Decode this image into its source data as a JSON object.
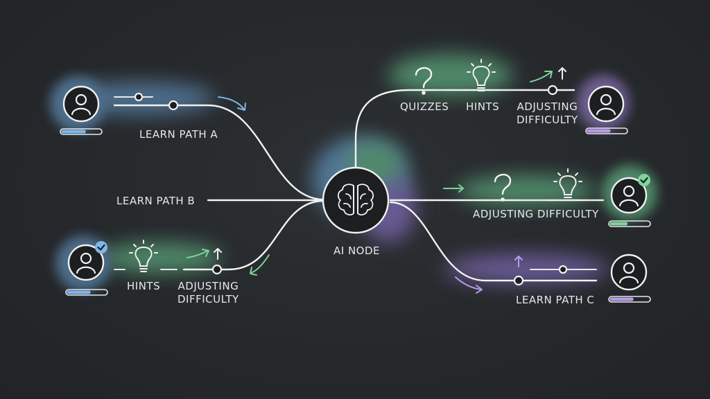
{
  "center": {
    "label": "AI NODE",
    "icon": "brain-icon"
  },
  "learners": [
    {
      "id": "learner-a",
      "progress": 0.62,
      "accent": "#7fb6e8",
      "verified": false
    },
    {
      "id": "learner-b",
      "progress": 0.6,
      "accent": "#7fb6e8",
      "verified": true
    },
    {
      "id": "learner-c1",
      "progress": 0.6,
      "accent": "#b79be8",
      "verified": false
    },
    {
      "id": "learner-c2",
      "progress": 0.45,
      "accent": "#7fd49a",
      "verified": true
    },
    {
      "id": "learner-d",
      "progress": 0.6,
      "accent": "#b79be8",
      "verified": false
    }
  ],
  "labels": {
    "learn_path_a": "LEARN PATH A",
    "learn_path_b": "LEARN PATH B",
    "learn_path_c": "LEARN PATH C",
    "hints_left": "HINTS",
    "adjusting_left": "ADJUSTING\nDIFFICULTY",
    "quizzes": "QUIZZES",
    "hints_right": "HINTS",
    "adjusting_right_top": "ADJUSTING\nDIFFICULTY",
    "adjusting_right_mid": "ADJUSTING DIFFICULTY"
  },
  "colors": {
    "blue": "#7fb6e8",
    "green": "#7fd49a",
    "purple": "#b79be8",
    "line": "#f2f2f2",
    "background": "#26292c"
  }
}
